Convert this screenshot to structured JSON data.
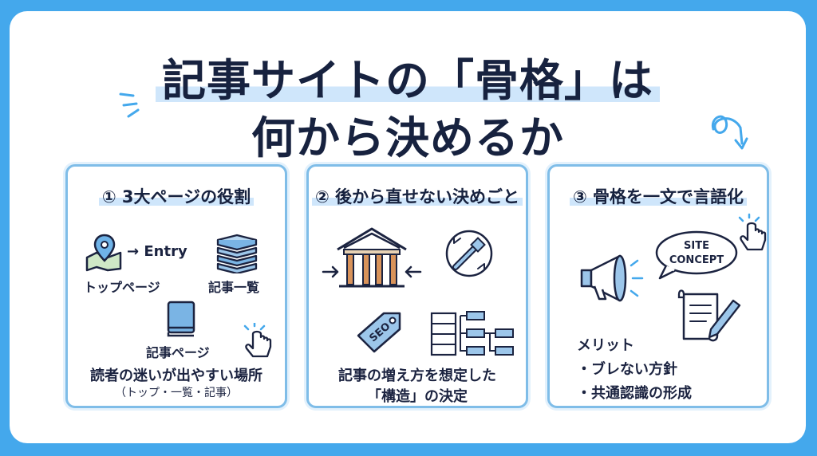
{
  "title": {
    "line1": "記事サイトの「骨格」は",
    "line2": "何から決めるか"
  },
  "cards": [
    {
      "title": "① 3大ページの役割",
      "entry": "→ Entry",
      "top_label": "トップページ",
      "list_label": "記事一覧",
      "article_label": "記事ページ",
      "caption": "読者の迷いが出やすい場所",
      "sub": "（トップ・一覧・記事）"
    },
    {
      "title": "② 後から直せない決めごと",
      "seo_tag": "SEO",
      "caption1": "記事の増え方を想定した",
      "caption2": "「構造」の決定"
    },
    {
      "title": "③ 骨格を一文で言語化",
      "bubble1": "SITE",
      "bubble2": "CONCEPT",
      "merit_title": "メリット",
      "merit1": "・ブレない方針",
      "merit2": "・共通認識の形成"
    }
  ],
  "colors": {
    "background": "#44a8ec",
    "accent": "#7fbde8",
    "highlight": "#cfe6fb",
    "ink": "#17223f"
  }
}
